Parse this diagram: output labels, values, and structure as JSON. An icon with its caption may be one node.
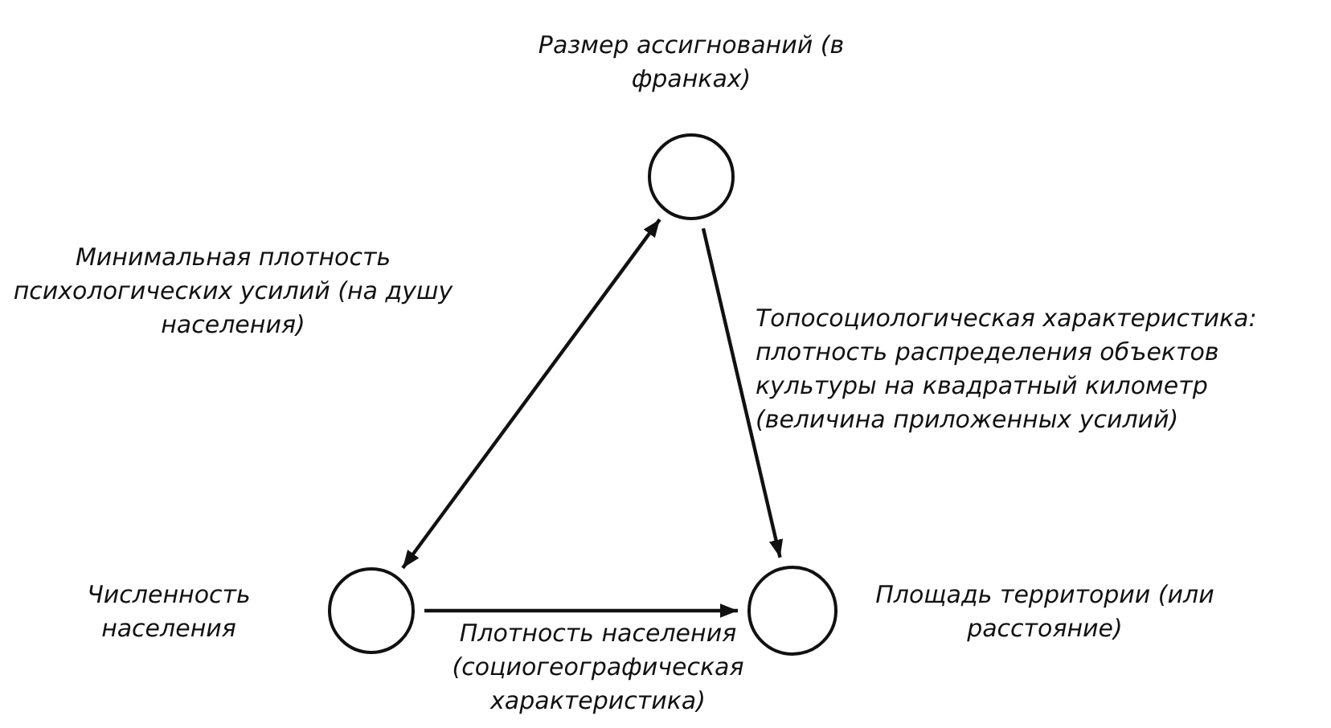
{
  "diagram": {
    "nodes": [
      {
        "text": [],
        "shape": "circle",
        "beside": [
          "Размер ассигнований (в франках)"
        ]
      },
      {
        "text": [],
        "shape": "circle",
        "beside": [
          "Численность населения"
        ]
      },
      {
        "text": [],
        "shape": "circle",
        "beside": [
          "Площадь территории (или расстояние)"
        ]
      }
    ],
    "edges": [
      {
        "from": 1,
        "to": 0,
        "arrow": "both",
        "label": "Минимальная плотность психологических усилий (на душу населения)"
      },
      {
        "from": 0,
        "to": 2,
        "arrow": "to",
        "label": "Топосоциологическая характеристика: плотность распределения объектов культуры на квадратный километр (величина приложенных усилий)"
      },
      {
        "from": 1,
        "to": 2,
        "arrow": "to",
        "label": "Плотность населения (социогеографическая характеристика)"
      }
    ]
  }
}
